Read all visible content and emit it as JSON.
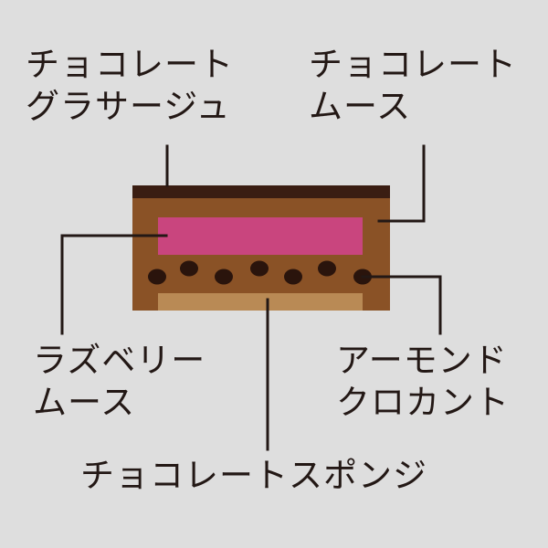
{
  "labels": {
    "glacage": {
      "line1": "チョコレート",
      "line2": "グラサージュ"
    },
    "choc_mousse": {
      "line1": "チョコレート",
      "line2": "ムース"
    },
    "raspberry_mousse": {
      "line1": "ラズベリー",
      "line2": "ムース"
    },
    "almond_croquant": {
      "line1": "アーモンド",
      "line2": "クロカント"
    },
    "sponge": {
      "line1": "チョコレートスポンジ"
    }
  },
  "colors": {
    "background": "#dedede",
    "glaze": "#3a1d12",
    "chocolate_mousse": "#8a5226",
    "raspberry": "#c9457e",
    "almond": "#2a140c",
    "sponge": "#b98a55",
    "leader_line": "#231815",
    "text": "#231815"
  }
}
